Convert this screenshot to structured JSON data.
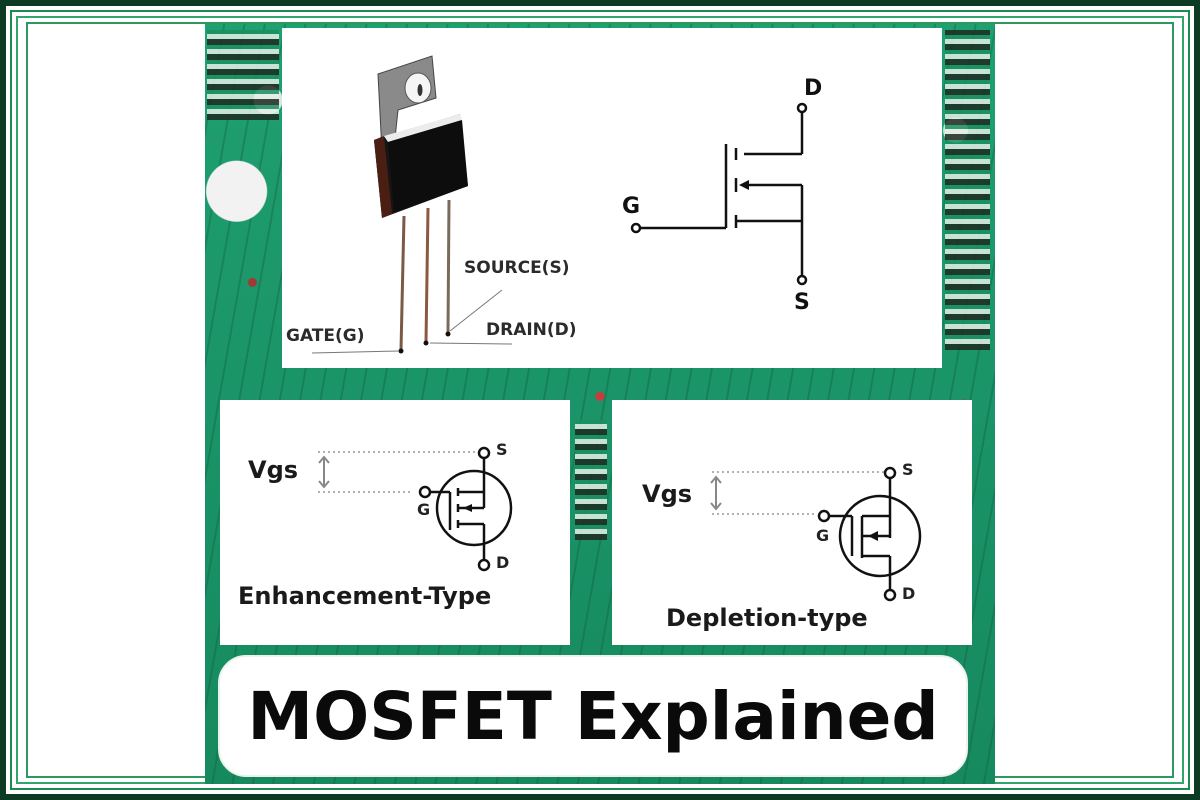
{
  "title": "MOSFET Explained",
  "package_diagram": {
    "pins": {
      "gate": "GATE(G)",
      "source": "SOURCE(S)",
      "drain": "DRAIN(D)"
    }
  },
  "schematic_symbol": {
    "terminals": {
      "drain": "D",
      "gate": "G",
      "source": "S"
    }
  },
  "enhancement": {
    "vgs_label": "Vgs",
    "terminals": {
      "source": "S",
      "gate": "G",
      "drain": "D"
    },
    "caption": "Enhancement-Type"
  },
  "depletion": {
    "vgs_label": "Vgs",
    "terminals": {
      "source": "S",
      "gate": "G",
      "drain": "D"
    },
    "caption": "Depletion-type"
  },
  "colors": {
    "frame_dark": "#0f3a22",
    "frame_green": "#1f8a4c",
    "pcb_green": "#1a9468",
    "text": "#0a0a0a"
  }
}
